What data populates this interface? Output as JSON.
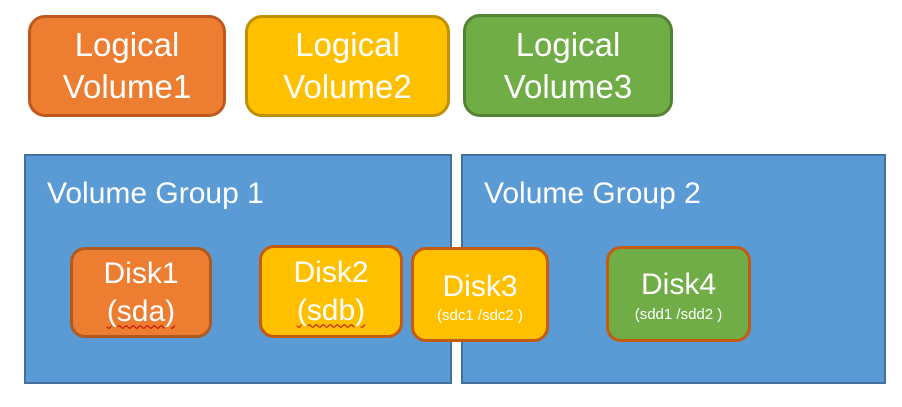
{
  "diagram": {
    "kind": "lvm-structure-diagram",
    "logical_volumes": [
      {
        "line1": "Logical",
        "line2": "Volume1",
        "fill": "#ED7D31",
        "border": "#C0571C"
      },
      {
        "line1": "Logical",
        "line2": "Volume2",
        "fill": "#FFC000",
        "border": "#BF9000"
      },
      {
        "line1": "Logical",
        "line2": "Volume3",
        "fill": "#70AD47",
        "border": "#548235"
      }
    ],
    "volume_groups": [
      {
        "title": "Volume Group 1",
        "fill": "#5B9BD5",
        "border": "#41719C"
      },
      {
        "title": "Volume Group 2",
        "fill": "#5B9BD5",
        "border": "#41719C"
      }
    ],
    "disks": [
      {
        "name": "Disk1",
        "devices": "(sda)",
        "fill": "#ED7D31",
        "border": "#AE5A21",
        "spellcheck_underline": true
      },
      {
        "name": "Disk2",
        "devices": "(sdb)",
        "fill": "#FFC000",
        "border": "#C55A11",
        "spellcheck_underline": true
      },
      {
        "name": "Disk3",
        "devices": "(sdc1 /sdc2 )",
        "fill": "#FFC000",
        "border": "#C55A11",
        "spellcheck_underline": false
      },
      {
        "name": "Disk4",
        "devices": "(sdd1 /sdd2 )",
        "fill": "#70AD47",
        "border": "#C55A11",
        "spellcheck_underline": false
      }
    ],
    "spellcheck_color": "#C00000",
    "text_color": "#FFFFFF",
    "background": "#FFFFFF"
  }
}
